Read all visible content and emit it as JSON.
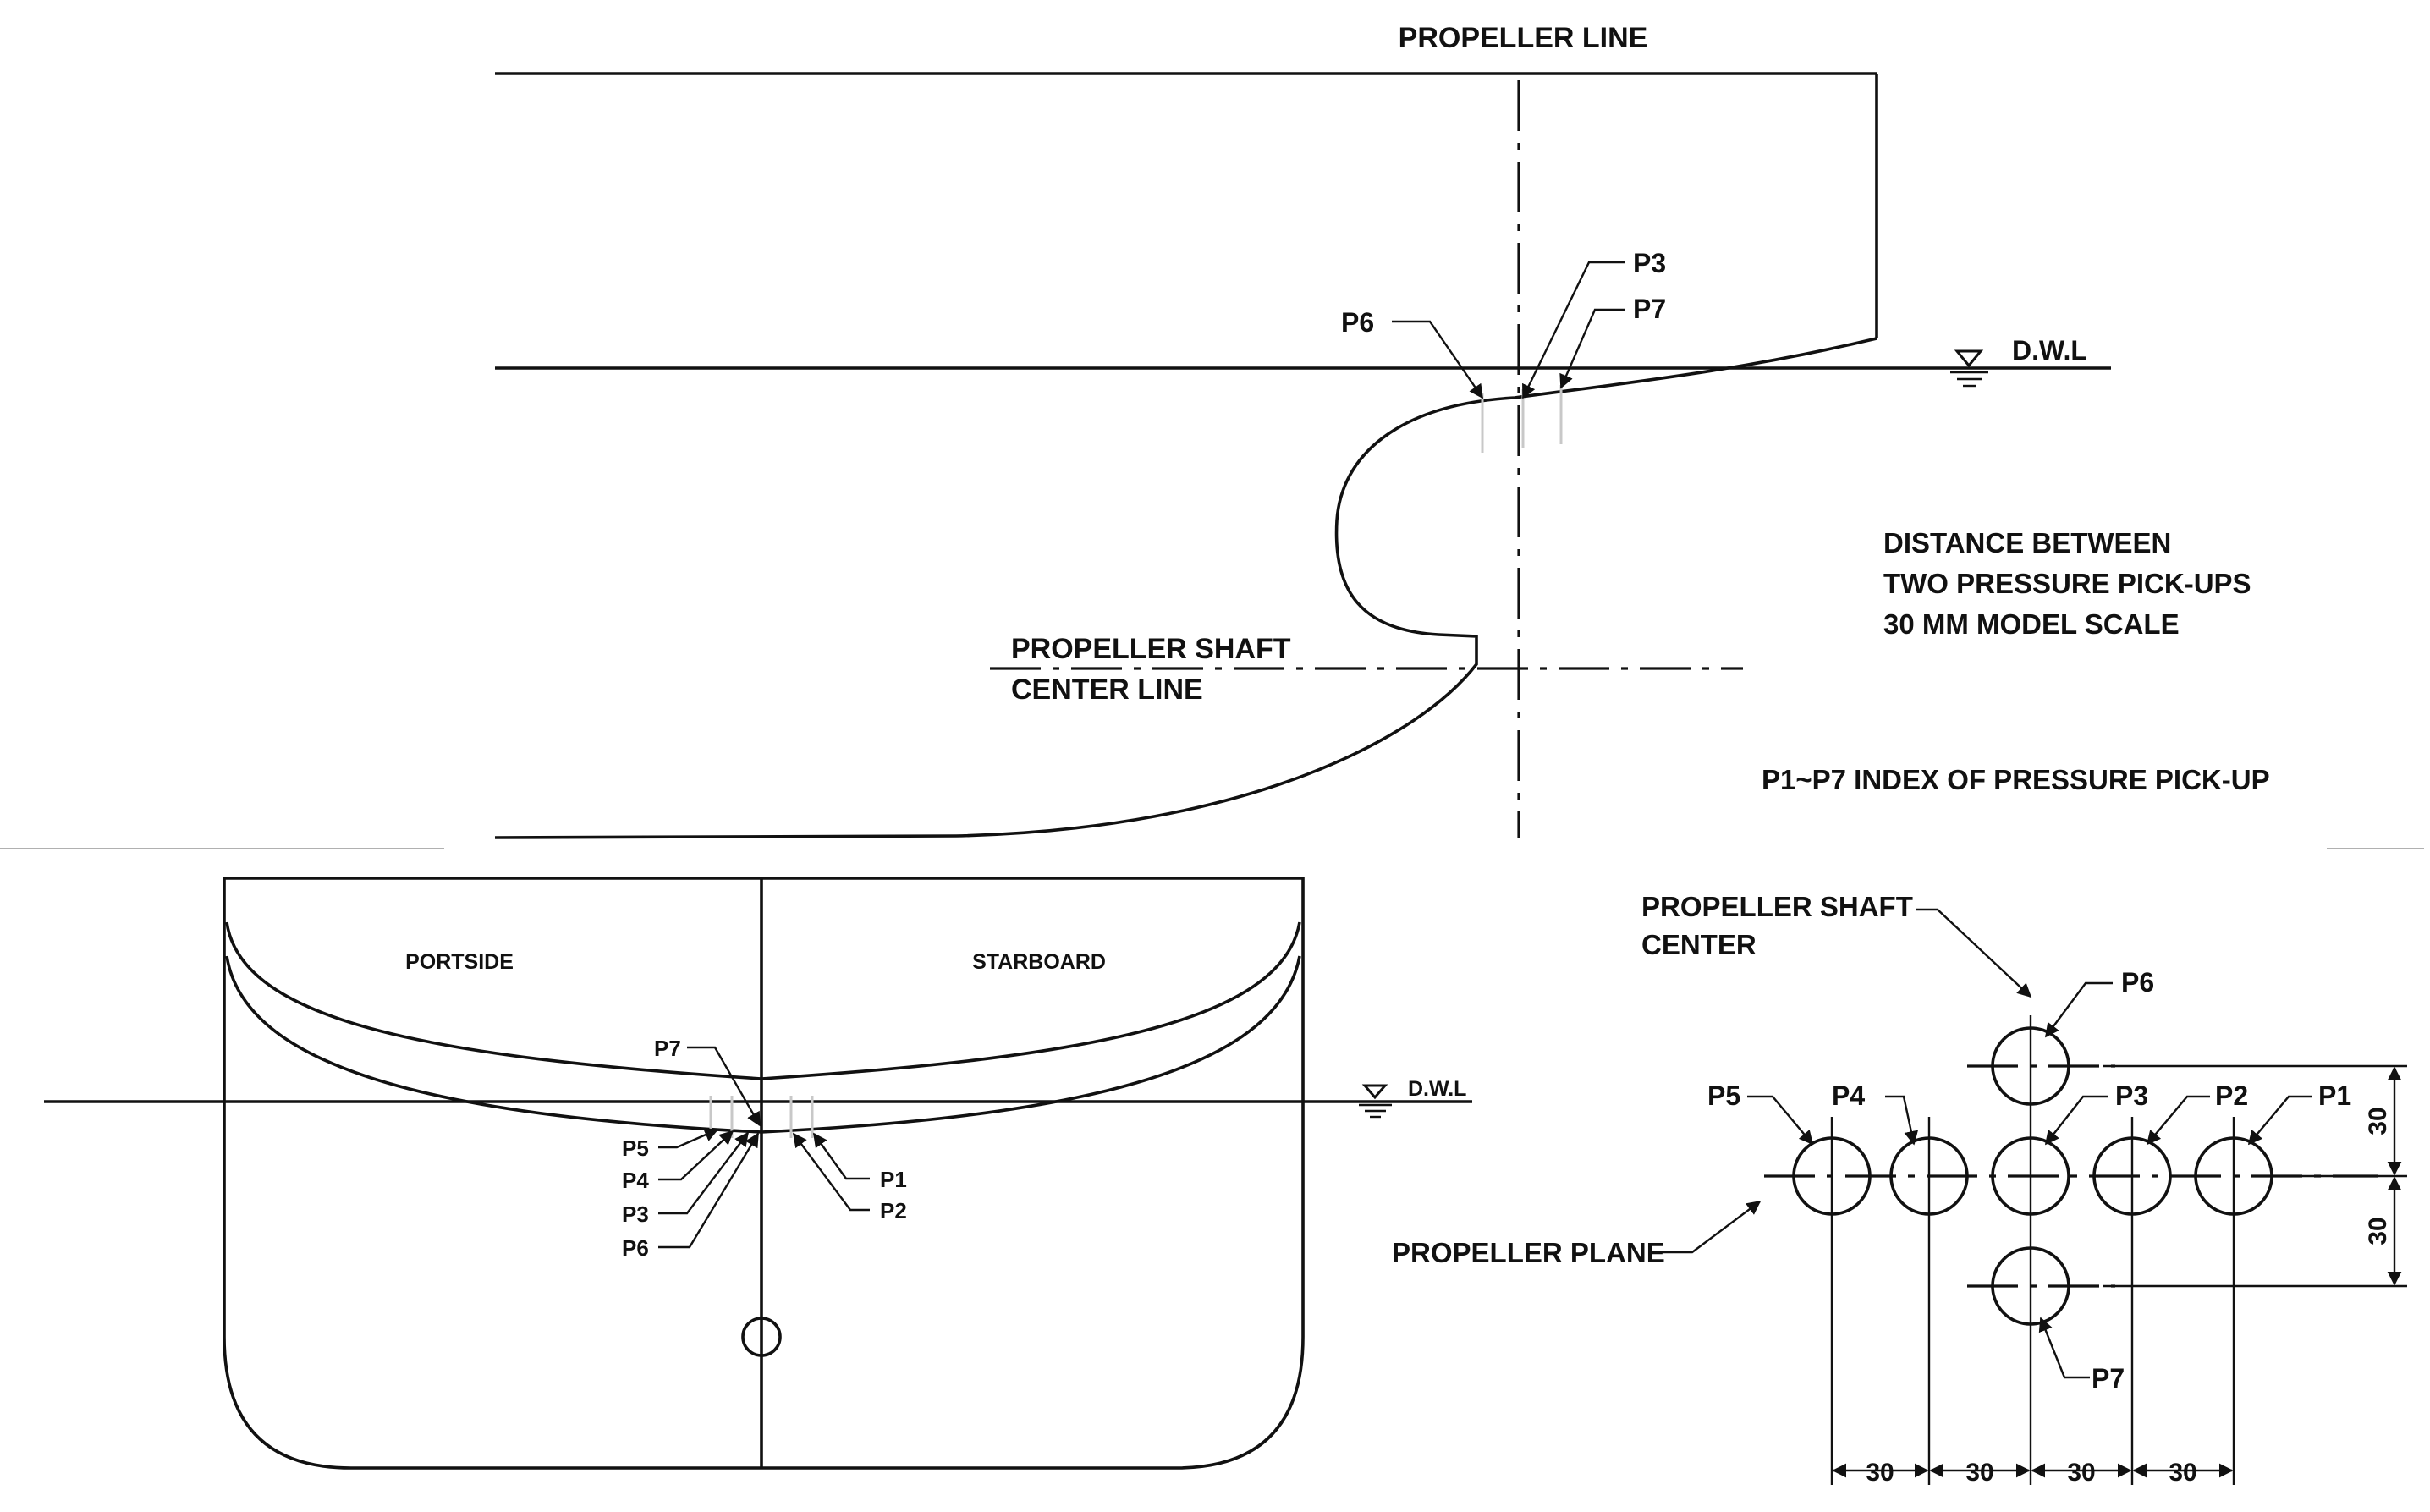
{
  "side_view": {
    "propeller_line": "PROPELLER LINE",
    "dwl": "D.W.L",
    "p3": "P3",
    "p6": "P6",
    "p7": "P7",
    "shaft_label_1": "PROPELLER SHAFT",
    "shaft_label_2": "CENTER LINE",
    "note_1": "DISTANCE BETWEEN",
    "note_2": "TWO PRESSURE PICK-UPS",
    "note_3": "30 MM MODEL SCALE",
    "index_note": "P1~P7 INDEX OF PRESSURE PICK-UP"
  },
  "stern_view": {
    "portside": "PORTSIDE",
    "starboard": "STARBOARD",
    "dwl": "D.W.L",
    "p1": "P1",
    "p2": "P2",
    "p3": "P3",
    "p4": "P4",
    "p5": "P5",
    "p6": "P6",
    "p7": "P7"
  },
  "layout_view": {
    "shaft_center_1": "PROPELLER SHAFT",
    "shaft_center_2": "CENTER",
    "propeller_plane": "PROPELLER PLANE",
    "p1": "P1",
    "p2": "P2",
    "p3": "P3",
    "p4": "P4",
    "p5": "P5",
    "p6": "P6",
    "p7": "P7",
    "dim_v1": "30",
    "dim_v2": "30",
    "dim_h1": "30",
    "dim_h2": "30",
    "dim_h3": "30",
    "dim_h4": "30"
  }
}
